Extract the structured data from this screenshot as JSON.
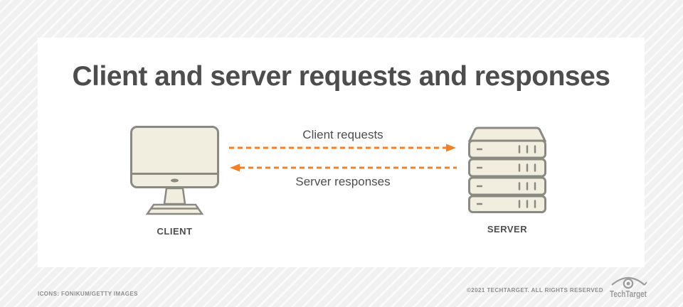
{
  "page": {
    "title": "Client and server requests and responses"
  },
  "diagram": {
    "client": {
      "label": "CLIENT",
      "icon": "desktop-monitor-icon"
    },
    "server": {
      "label": "SERVER",
      "icon": "server-stack-icon"
    },
    "arrows": {
      "request_label": "Client requests",
      "request_direction": "right",
      "response_label": "Server responses",
      "response_direction": "left",
      "style": "dashed"
    }
  },
  "footer": {
    "credit": "ICONS: FONIKUM/GETTY IMAGES",
    "copyright": "©2021 TECHTARGET. ALL RIGHTS RESERVED",
    "brand": "TechTarget",
    "brand_icon": "techtarget-eye-icon"
  },
  "colors": {
    "accent_orange": "#f08126",
    "icon_fill": "#f1eedf",
    "icon_stroke": "#8a8a82",
    "text_dark": "#4d4d4d",
    "footer_gray": "#8e8e8e",
    "logo_gray": "#9c9c9c",
    "card_bg": "#ffffff"
  }
}
